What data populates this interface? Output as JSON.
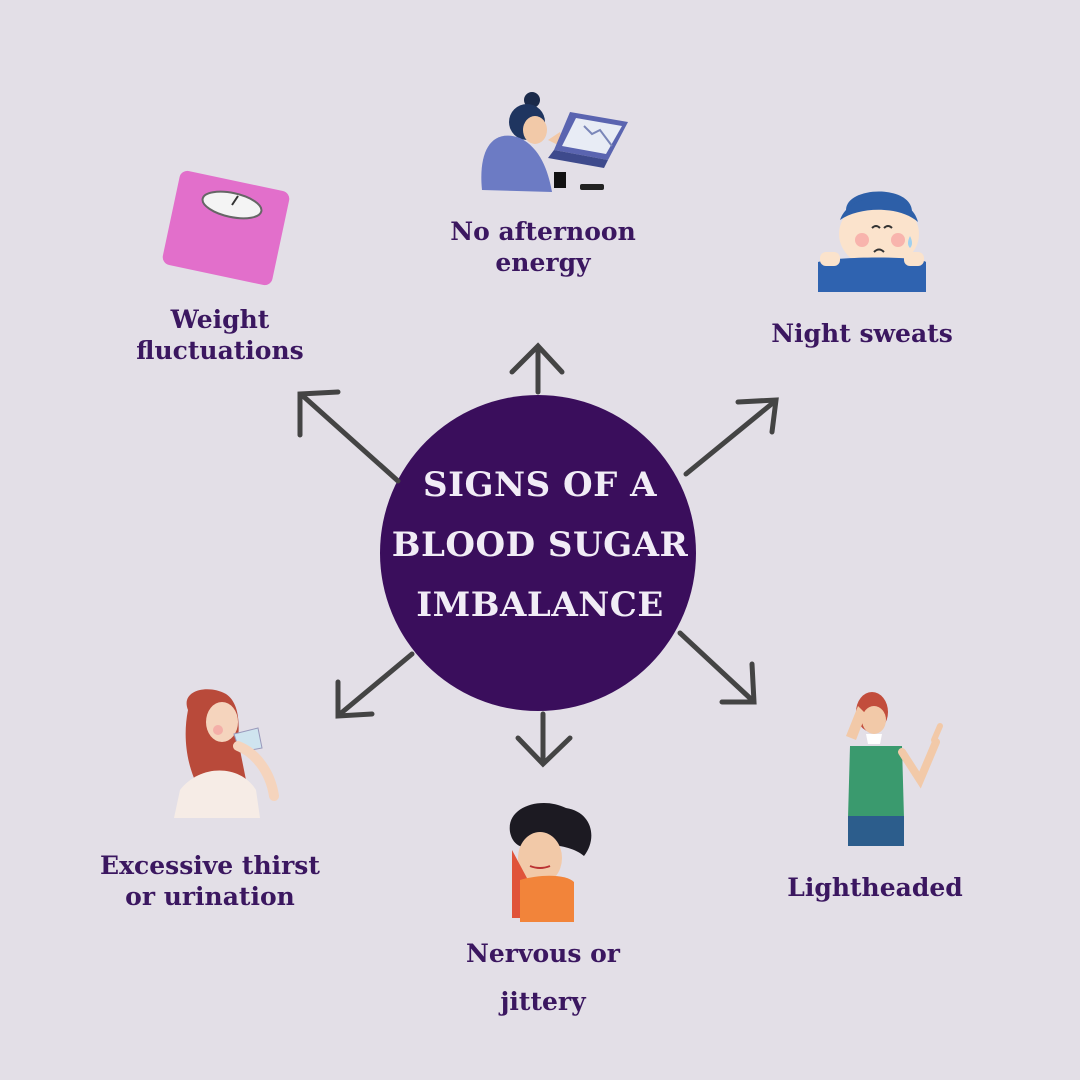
{
  "title_lines": [
    "SIGNS OF A",
    "BLOOD SUGAR",
    "IMBALANCE"
  ],
  "signs": [
    {
      "id": "weight",
      "lines": [
        "Weight",
        "fluctuations"
      ],
      "icon": "bathroom-scale-icon"
    },
    {
      "id": "energy",
      "lines": [
        "No afternoon",
        "energy"
      ],
      "icon": "tired-at-laptop-icon"
    },
    {
      "id": "sweats",
      "lines": [
        "Night sweats"
      ],
      "icon": "sweating-in-bed-icon"
    },
    {
      "id": "lightheaded",
      "lines": [
        "Lightheaded"
      ],
      "icon": "dizzy-person-icon"
    },
    {
      "id": "nervous",
      "lines": [
        "Nervous or",
        "jittery"
      ],
      "icon": "nervous-person-icon"
    },
    {
      "id": "thirst",
      "lines": [
        "Excessive thirst",
        "or urination"
      ],
      "icon": "drinking-water-icon"
    }
  ],
  "colors": {
    "background": "#e3dfe7",
    "center_circle": "#3a0e5c",
    "label_text": "#3b1760",
    "title_text": "#f1ecf6",
    "arrow": "#444444"
  }
}
